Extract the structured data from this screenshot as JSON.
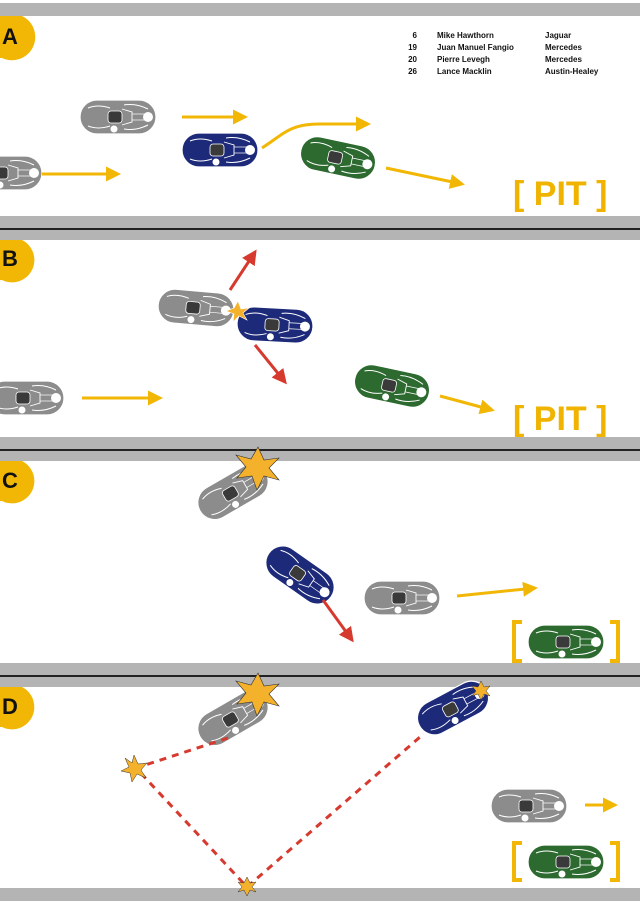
{
  "colors": {
    "track": "#b4b4b4",
    "track_line": "#222222",
    "accent": "#f2b705",
    "arrow_yellow": "#f2b705",
    "arrow_red": "#d63a2f",
    "impact_star": "#f4b12c",
    "car_jaguar": "#8c8c8c",
    "car_mercedes_fangio": "#1d2a7a",
    "car_mercedes_levegh": "#1d2a7a",
    "car_austin_healey": "#2c6a30"
  },
  "legend": [
    {
      "number": "6",
      "driver": "Mike Hawthorn",
      "team": "Jaguar"
    },
    {
      "number": "19",
      "driver": "Juan Manuel Fangio",
      "team": "Mercedes"
    },
    {
      "number": "20",
      "driver": "Pierre Levegh",
      "team": "Mercedes"
    },
    {
      "number": "26",
      "driver": "Lance Macklin",
      "team": "Austin-Healey"
    }
  ],
  "panels": [
    {
      "letter": "A",
      "pit_label": "[ PIT ]"
    },
    {
      "letter": "B",
      "pit_label": "[ PIT ]"
    },
    {
      "letter": "C",
      "pit_label": ""
    },
    {
      "letter": "D",
      "pit_label": ""
    }
  ]
}
